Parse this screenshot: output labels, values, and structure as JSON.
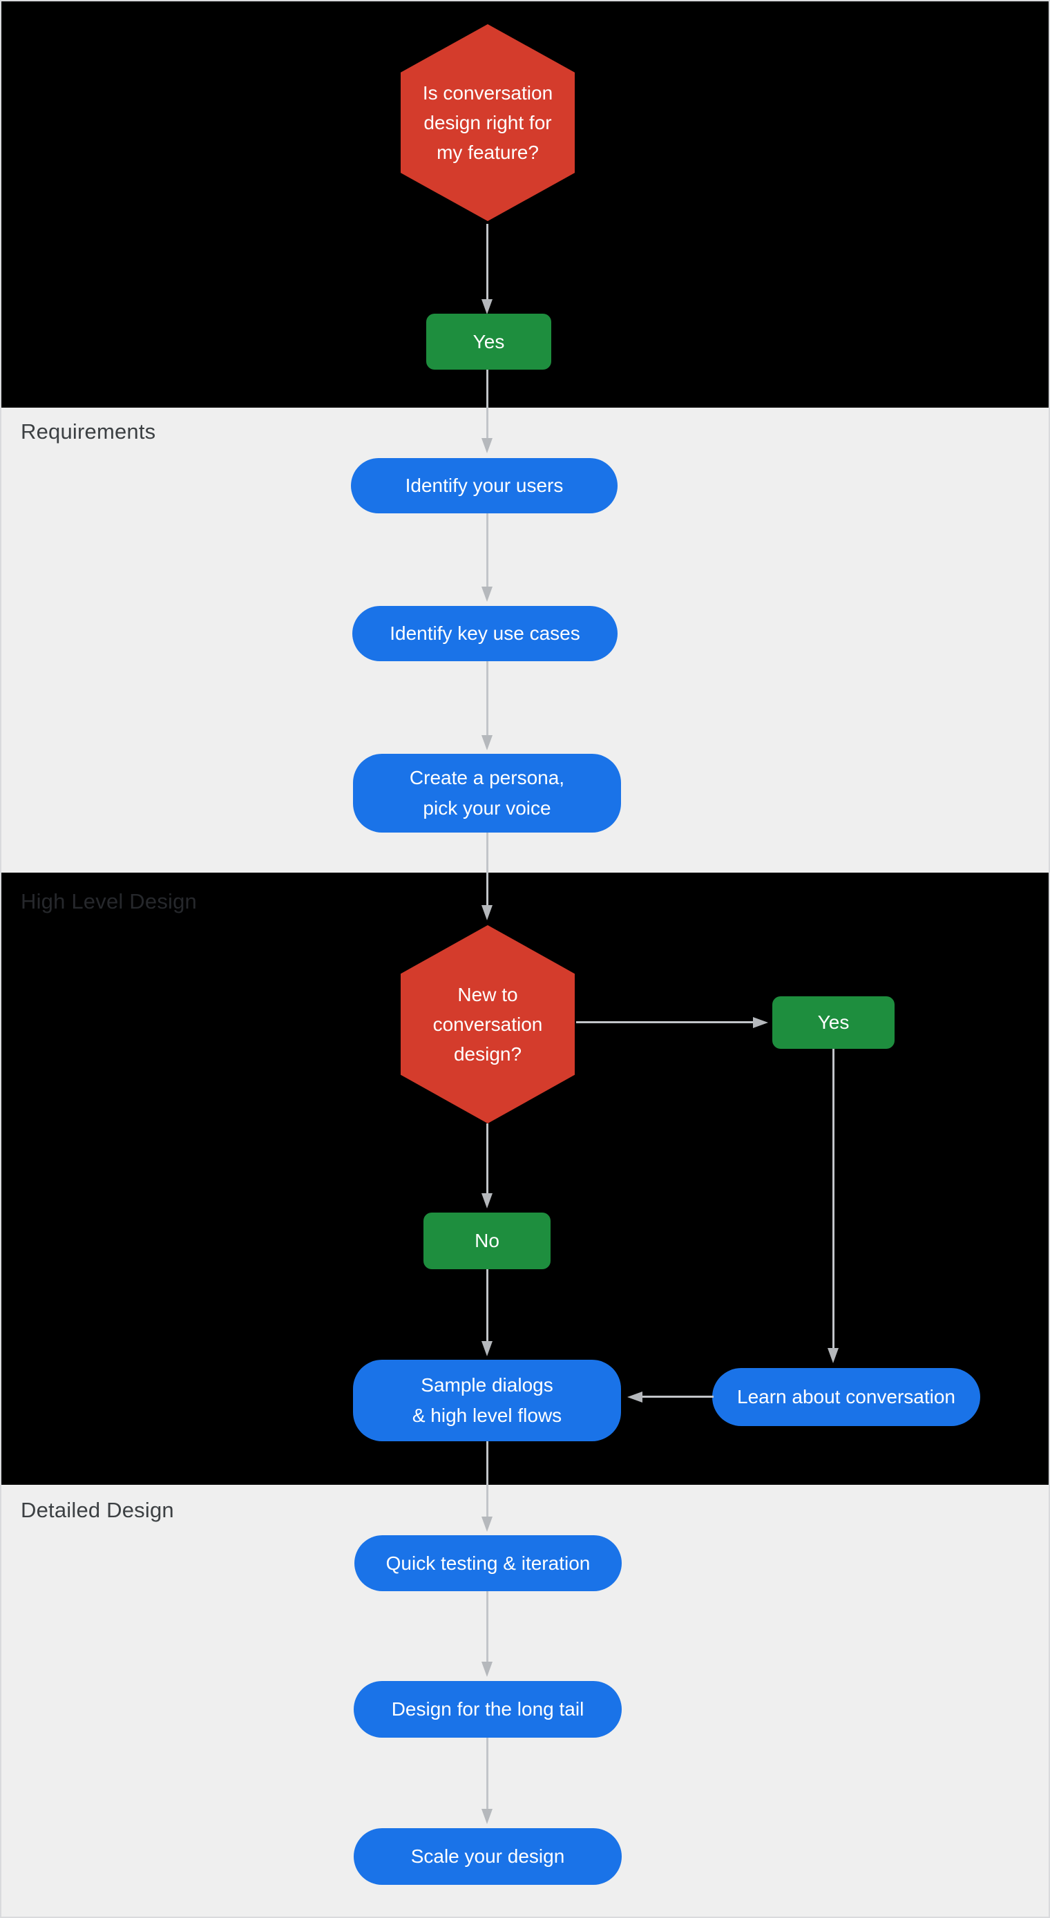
{
  "colors": {
    "section_dark_bg": "#000000",
    "section_light_bg": "#efefef",
    "decision_red": "#d43c2c",
    "answer_green": "#1e8e3e",
    "step_blue": "#1a73e8",
    "connector_gray": "#c2c5c9",
    "arrowhead_gray": "#b5b8bc",
    "section_label_on_light": "#3c4043",
    "section_label_on_dark": "#26282c",
    "node_text": "#ffffff",
    "page_border": "#d9dadd"
  },
  "sections": {
    "requirements": {
      "label": "Requirements"
    },
    "high_level_design": {
      "label": "High Level Design"
    },
    "detailed_design": {
      "label": "Detailed Design"
    }
  },
  "nodes": {
    "q_feature": {
      "line1": "Is conversation",
      "line2": "design right for",
      "line3": "my feature?"
    },
    "yes_feature": {
      "label": "Yes"
    },
    "identify_users": {
      "label": "Identify your users"
    },
    "identify_use_cases": {
      "label": "Identify key use cases"
    },
    "create_persona": {
      "line1": "Create a persona,",
      "line2": "pick your voice"
    },
    "q_new_to_cd": {
      "line1": "New to",
      "line2": "conversation",
      "line3": "design?"
    },
    "yes_new": {
      "label": "Yes"
    },
    "no_new": {
      "label": "No"
    },
    "sample_dialogs": {
      "line1": "Sample dialogs",
      "line2": "& high level flows"
    },
    "learn_conversation": {
      "label": "Learn about conversation"
    },
    "quick_testing": {
      "label": "Quick testing & iteration"
    },
    "long_tail": {
      "label": "Design for the long tail"
    },
    "scale_design": {
      "label": "Scale your design"
    }
  }
}
